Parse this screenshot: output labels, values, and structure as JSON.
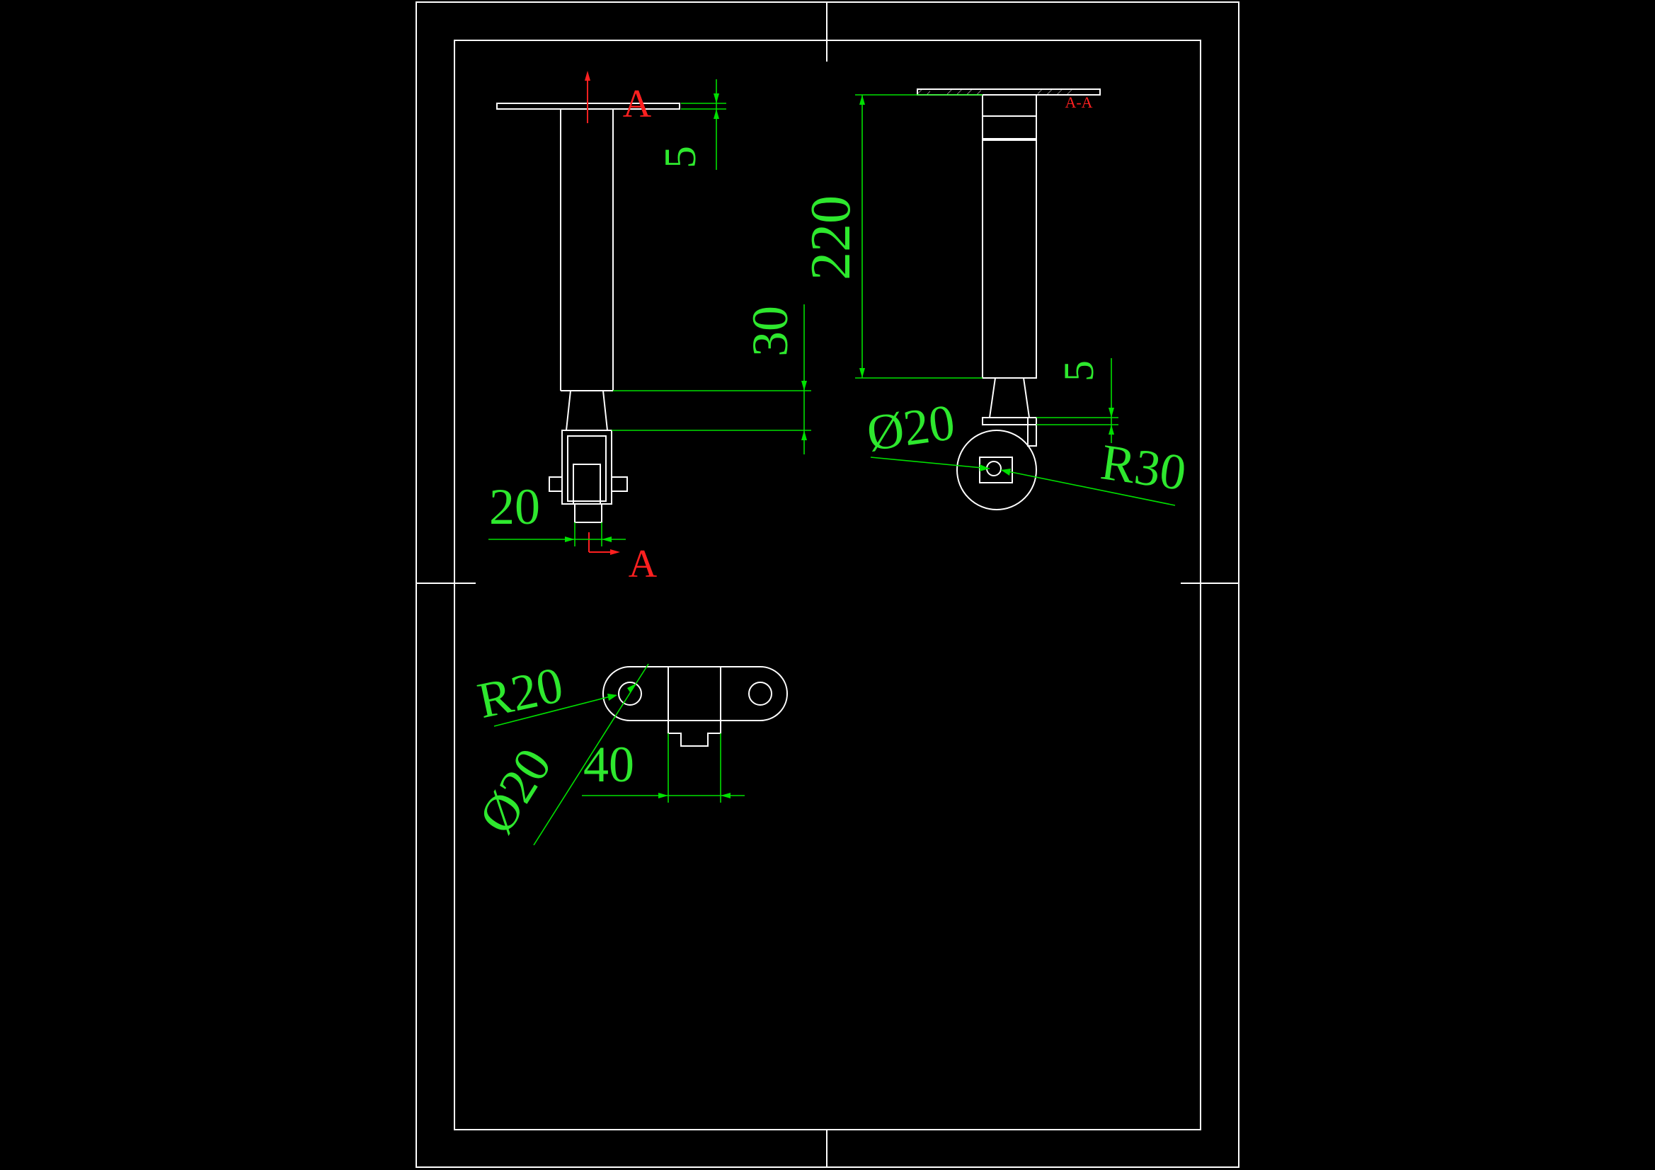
{
  "colors": {
    "background": "#000000",
    "geometry": "#ffffff",
    "dimension": "#00e000",
    "section_mark": "#ff2020"
  },
  "front_view": {
    "section_label_top": "A",
    "section_label_bottom": "A",
    "dim_plate": "5",
    "dim_bracket": "30",
    "dim_wheel_width": "20"
  },
  "section_view": {
    "title": "A-A",
    "dim_length": "220",
    "dim_small": "5",
    "dim_axle": "Ø20",
    "dim_wheel_radius": "R30"
  },
  "top_view": {
    "dim_end_radius": "R20",
    "dim_hole": "Ø20",
    "dim_center_width": "40"
  }
}
